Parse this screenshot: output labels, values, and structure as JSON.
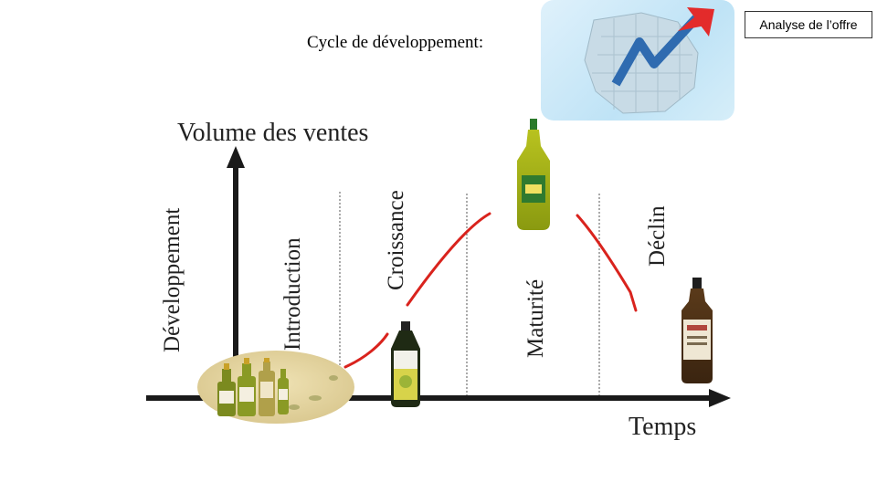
{
  "header": {
    "title": "Cycle de développement:",
    "section_badge": "Analyse de l’offre"
  },
  "chart_data": {
    "type": "diagram",
    "ylabel": "Volume des ventes",
    "xlabel": "Temps",
    "phases": [
      "Développement",
      "Introduction",
      "Croissance",
      "Maturité",
      "Déclin"
    ]
  },
  "colors": {
    "curve": "#d9231d",
    "axis": "#1a1a1a",
    "divider": "#555555"
  },
  "icons": [
    "france-growth-arrow-image",
    "olive-oil-bottles-image",
    "olive-oil-bottle-image"
  ]
}
